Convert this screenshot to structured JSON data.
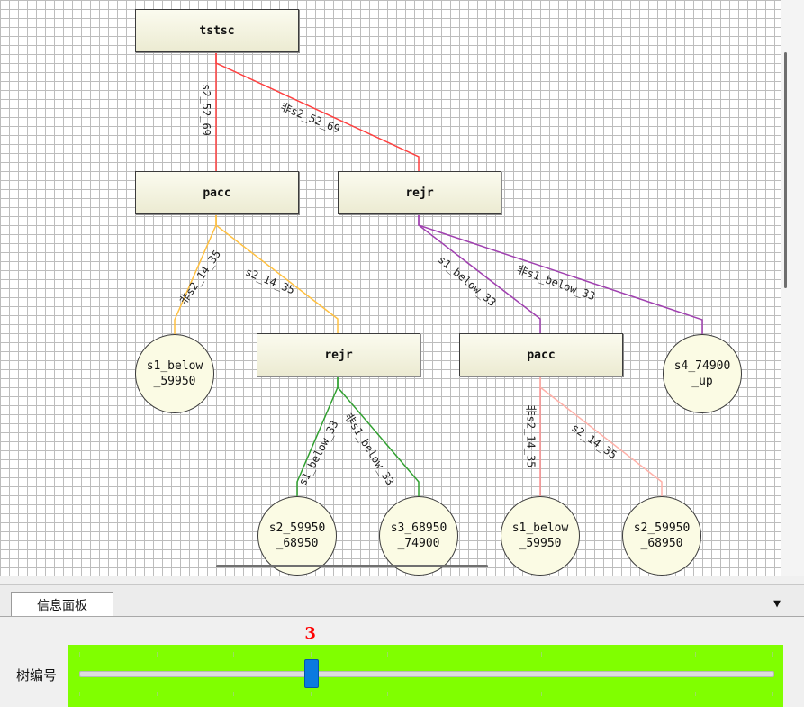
{
  "diagram": {
    "nodes": [
      {
        "id": "n1",
        "label": "tstsc",
        "shape": "rect"
      },
      {
        "id": "n2",
        "label": "pacc",
        "shape": "rect"
      },
      {
        "id": "n3",
        "label": "rejr",
        "shape": "rect"
      },
      {
        "id": "n4",
        "label": "s1_below\n_59950",
        "shape": "circle"
      },
      {
        "id": "n5",
        "label": "rejr",
        "shape": "rect"
      },
      {
        "id": "n6",
        "label": "pacc",
        "shape": "rect"
      },
      {
        "id": "n7",
        "label": "s4_74900\n_up",
        "shape": "circle"
      },
      {
        "id": "n8",
        "label": "s2_59950\n_68950",
        "shape": "circle"
      },
      {
        "id": "n9",
        "label": "s3_68950\n_74900",
        "shape": "circle"
      },
      {
        "id": "n10",
        "label": "s1_below\n_59950",
        "shape": "circle"
      },
      {
        "id": "n11",
        "label": "s2_59950\n_68950",
        "shape": "circle"
      }
    ],
    "edges": [
      {
        "from": "n1",
        "to": "n2",
        "label": "s2_52_69",
        "color": "#ff4040"
      },
      {
        "from": "n1",
        "to": "n3",
        "label": "非s2_52_69",
        "color": "#ff4040"
      },
      {
        "from": "n2",
        "to": "n4",
        "label": "非s2_14_35",
        "color": "#ffc040"
      },
      {
        "from": "n2",
        "to": "n5",
        "label": "s2_14_35",
        "color": "#ffc040"
      },
      {
        "from": "n3",
        "to": "n6",
        "label": "s1_below_33",
        "color": "#a040b0"
      },
      {
        "from": "n3",
        "to": "n7",
        "label": "非s1_below_33",
        "color": "#a040b0"
      },
      {
        "from": "n5",
        "to": "n8",
        "label": "s1_below_33",
        "color": "#30a030"
      },
      {
        "from": "n5",
        "to": "n9",
        "label": "非s1_below_33",
        "color": "#30a030"
      },
      {
        "from": "n6",
        "to": "n10",
        "label": "非s2_14_35",
        "color": "#ff9090"
      },
      {
        "from": "n6",
        "to": "n11",
        "label": "s2_14_35",
        "color": "#ffb0a8"
      }
    ]
  },
  "panel": {
    "tab_label": "信息面板",
    "menu_icon": "caret-down-icon",
    "tree_label": "树编号",
    "slider_value": "3",
    "slider_min": 0,
    "slider_max": 9,
    "slider_color": "#80ff00",
    "value_color": "#ff0000"
  }
}
